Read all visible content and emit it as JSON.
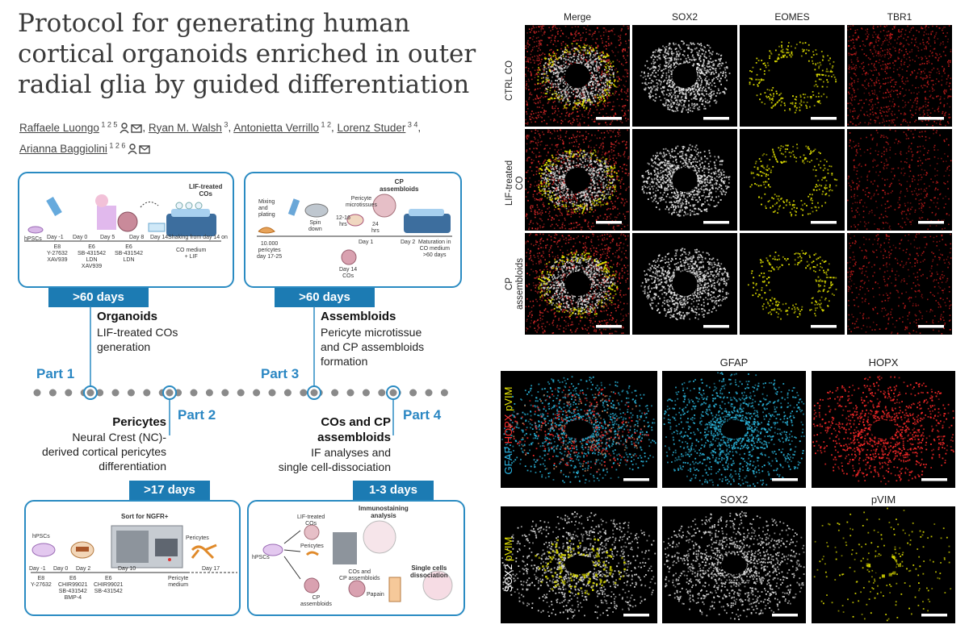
{
  "title": "Protocol for generating human cortical organoids enriched in outer radial glia by guided differentiation",
  "authors": [
    {
      "name": "Raffaele Luongo",
      "sup": "1 2 5",
      "icons": true
    },
    {
      "name": "Ryan M. Walsh",
      "sup": "3",
      "icons": false
    },
    {
      "name": "Antonietta Verrillo",
      "sup": "1 2",
      "icons": false
    },
    {
      "name": "Lorenz Studer",
      "sup": "3 4",
      "icons": false
    },
    {
      "name": "Arianna Baggiolini",
      "sup": "1 2 6",
      "icons": true
    }
  ],
  "colors": {
    "accent": "#1c7bb3",
    "part": "#2b87c3",
    "panel_border": "#2a8bc2"
  },
  "workflow": {
    "organoids": {
      "duration": ">60 days",
      "title": "Organoids",
      "desc": [
        "LIF-treated COs",
        "generation"
      ],
      "labels": {
        "hpscs": "hPSCs",
        "day_m1": "Day -1",
        "day0": "Day 0",
        "day5": "Day 5",
        "day8": "Day 8",
        "day14": "Day 14",
        "shaking": "Shaking from day 14 on",
        "m1": "E8\nY-27632\nXAV939",
        "m2": "E6\nSB-431542\nLDN\nXAV939",
        "m3": "E6\nSB-431542\nLDN",
        "co_medium": "CO medium\n+ LIF",
        "lif_cos": "LIF-treated\nCOs"
      }
    },
    "assembloids": {
      "duration": ">60 days",
      "title": "Assembloids",
      "desc": [
        "Pericyte microtissue",
        "and CP assembloids",
        "formation"
      ],
      "labels": {
        "mixing": "Mixing\nand\nplating",
        "spin": "Spin\ndown",
        "pericytes": "10.000\npericytes\nday 17-25",
        "microtissues": "Pericyte\nmicrotissues",
        "hrs1": "12-16\nhrs",
        "hrs2": "24\nhrs",
        "cp": "CP\nassembloids",
        "day1": "Day 1",
        "day2": "Day 2",
        "maturation": "Maturation in\nCO medium\n>60 days",
        "day14": "Day 14\nCOs"
      }
    },
    "pericytes": {
      "duration": ">17 days",
      "title": "Pericytes",
      "desc": [
        "Neural Crest (NC)-",
        "derived cortical pericytes",
        "differentiation"
      ],
      "labels": {
        "hpscs": "hPSCs",
        "sort": "Sort for NGFR+",
        "pericytes": "Pericytes",
        "day_m1": "Day -1",
        "day0": "Day 0",
        "day2": "Day 2",
        "day10": "Day 10",
        "day17": "Day 17",
        "m1": "E8\nY-27632",
        "m2": "E6\nCHIR99021\nSB-431542\nBMP-4",
        "m3": "E6\nCHIR99021\nSB-431542",
        "medium": "Pericyte\nmedium"
      }
    },
    "analysis": {
      "duration": "1-3 days",
      "title": "COs and CP",
      "title2": "assembloids",
      "desc": [
        "IF analyses and",
        "single cell-dissociation"
      ],
      "labels": {
        "lif_cos": "LIF-treated\nCOs",
        "immuno": "Immunostaining\nanalysis",
        "hpscs": "hPSCs",
        "pericytes": "Pericytes",
        "cos_cp": "COs and\nCP assembloids",
        "single": "Single cells\ndissociation",
        "papain": "Papain",
        "cp": "CP\nassembloids"
      }
    },
    "parts": [
      "Part 1",
      "Part 2",
      "Part 3",
      "Part 4"
    ]
  },
  "top_grid": {
    "columns": [
      "Merge",
      "SOX2",
      "EOMES",
      "TBR1"
    ],
    "rows": [
      "CTRL CO",
      "LIF-treated\nCO",
      "CP\nassembloids"
    ],
    "channel_colors": {
      "merge": "#ff3030",
      "sox2": "#e6e6e6",
      "eomes": "#e6e600",
      "tbr1": "#e02020"
    }
  },
  "bottom_grid": {
    "columns": [
      "GFAP",
      "HOPX",
      "SOX2",
      "pVIM"
    ],
    "row1_label": [
      {
        "text": "GFAP",
        "color": "#29b6e6"
      },
      {
        "text": " HOPX",
        "color": "#ff2a2a"
      },
      {
        "text": " pVIM",
        "color": "#e6e600"
      }
    ],
    "row2_label": [
      {
        "text": "SOX2",
        "color": "#ffffff"
      },
      {
        "text": " pVIM",
        "color": "#e6e600"
      }
    ],
    "channel_colors": {
      "gfap": "#2bb6dd",
      "hopx": "#ff2a2a",
      "sox2": "#dcdcdc",
      "pvim": "#d8d800"
    }
  }
}
